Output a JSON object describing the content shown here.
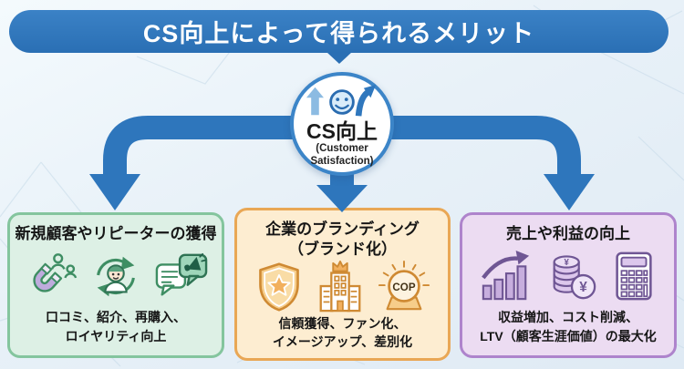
{
  "banner": {
    "title": "CS向上によって得られるメリット"
  },
  "center_node": {
    "title": "CS向上",
    "subtitle": "(Customer Satisfaction)",
    "icons": [
      "up-arrow-icon",
      "smiley-face-icon",
      "curved-up-arrow-icon"
    ]
  },
  "colors": {
    "banner_blue": "#2a6fb4",
    "arrow_blue": "#2e76bc",
    "green_box_bg": "#ddf0e5",
    "green_box_border": "#84c59e",
    "orange_box_bg": "#fdedd1",
    "orange_box_border": "#e9a755",
    "purple_box_bg": "#ecdcf2",
    "purple_box_border": "#ae84cc"
  },
  "boxes": [
    {
      "title": "新規顧客やリピーターの獲得",
      "description_line1": "口コミ、紹介、再購入、",
      "description_line2": "ロイヤリティ向上",
      "icons": [
        "magnet-attract-customers-icon",
        "repeat-customer-cycle-icon",
        "word-of-mouth-megaphone-icon"
      ]
    },
    {
      "title_line1": "企業のブランディング",
      "title_line2": "（ブランド化）",
      "description_line1": "信頼獲得、ファン化、",
      "description_line2": "イメージアップ、差別化",
      "badge_label": "COP",
      "icons": [
        "shield-star-icon",
        "crowned-company-building-icon",
        "cop-award-badge-icon"
      ]
    },
    {
      "title": "売上や利益の向上",
      "description_line1": "収益増加、コスト削減、",
      "description_line2": "LTV（顧客生涯価値）の最大化",
      "coin_symbol": "¥",
      "icons": [
        "growth-bar-chart-icon",
        "yen-coins-icon",
        "calculator-icon"
      ]
    }
  ]
}
